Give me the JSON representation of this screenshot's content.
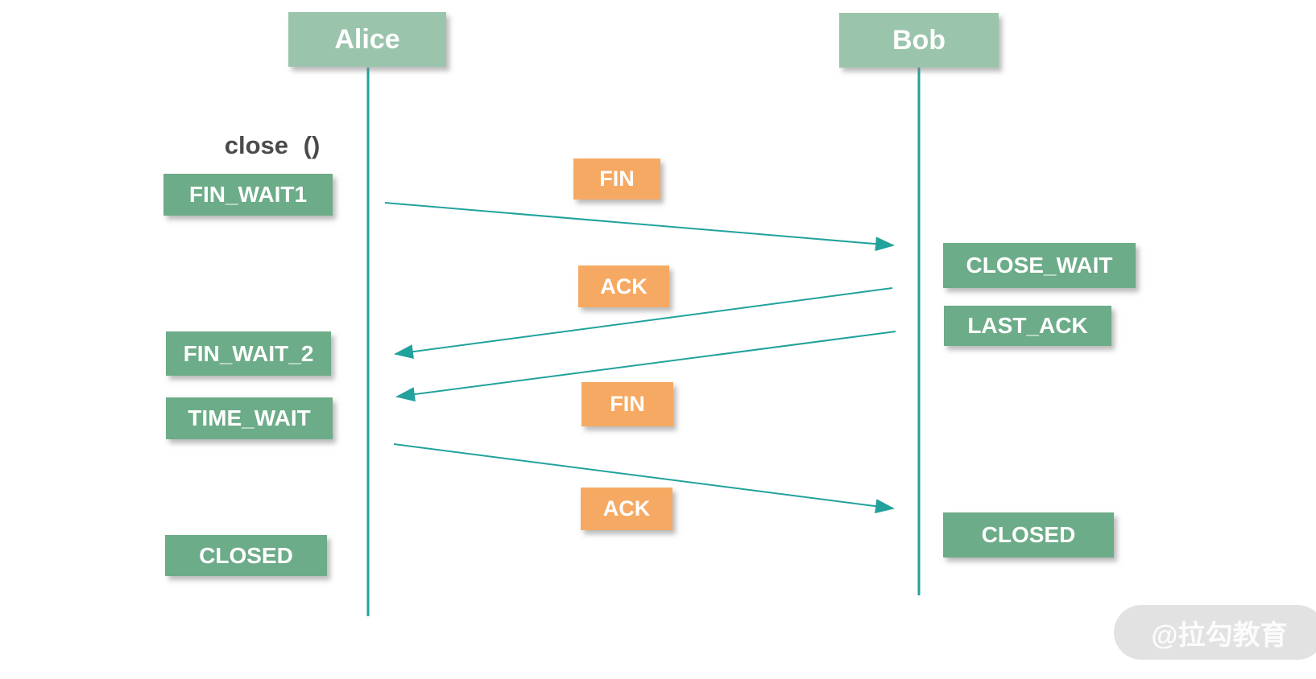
{
  "colors": {
    "actor_header_green": "#9bc4ac",
    "state_box_green": "#6cac88",
    "message_box_orange": "#f6a963",
    "arrow_teal": "#21a29c",
    "annotation_text_gray": "#4a4a4a",
    "watermark_bg": "#e2e2e2",
    "watermark_text": "#fcfcfc"
  },
  "actors": [
    {
      "label": "Alice"
    },
    {
      "label": "Bob"
    }
  ],
  "annotation": {
    "label": "close ()"
  },
  "alice_states": [
    {
      "label": "FIN_WAIT1"
    },
    {
      "label": "FIN_WAIT_2"
    },
    {
      "label": "TIME_WAIT"
    },
    {
      "label": "CLOSED"
    }
  ],
  "bob_states": [
    {
      "label": "CLOSE_WAIT"
    },
    {
      "label": "LAST_ACK"
    },
    {
      "label": "CLOSED"
    }
  ],
  "messages": [
    {
      "label": "FIN",
      "from": "Alice",
      "to": "Bob"
    },
    {
      "label": "ACK",
      "from": "Bob",
      "to": "Alice"
    },
    {
      "label": "FIN",
      "from": "Bob",
      "to": "Alice"
    },
    {
      "label": "ACK",
      "from": "Alice",
      "to": "Bob"
    }
  ],
  "watermark": {
    "label": "@拉勾教育"
  }
}
